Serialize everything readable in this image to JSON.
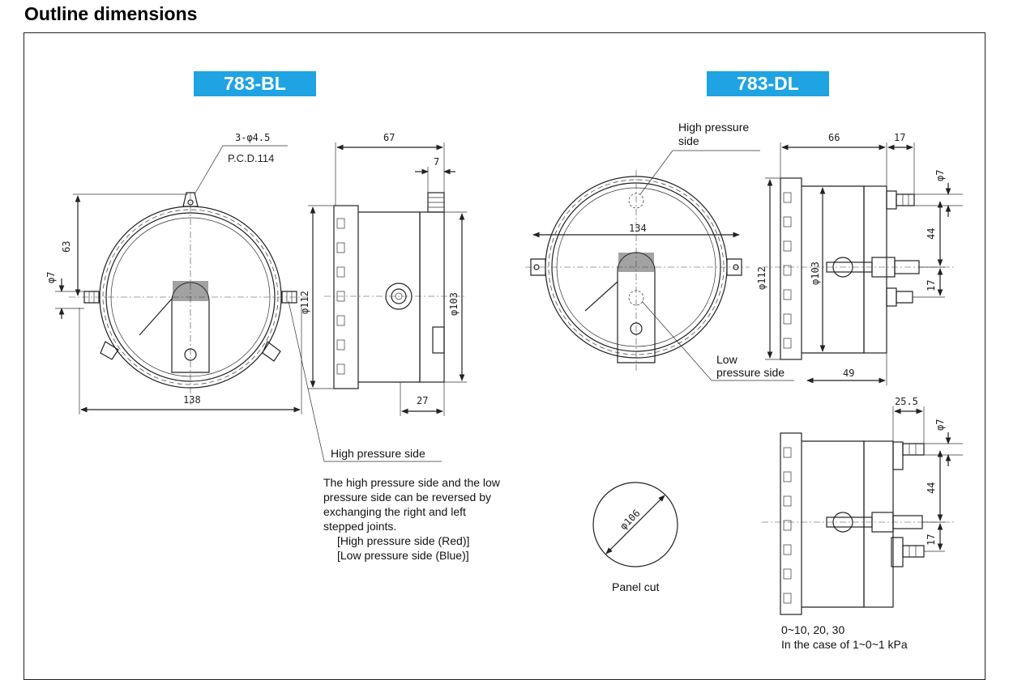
{
  "title": "Outline dimensions",
  "models": {
    "bl": "783-BL",
    "dl": "783-DL"
  },
  "bl": {
    "holes": "3-φ4.5",
    "pcd": "P.C.D.114",
    "dim_67": "67",
    "dim_7": "7",
    "dim_63": "63",
    "dim_phi7": "φ7",
    "dim_phi112": "φ112",
    "dim_phi103": "φ103",
    "dim_138": "138",
    "dim_27": "27",
    "high_pressure_label": "High pressure side",
    "note_lines": [
      "The high pressure side and the low",
      "pressure side can be reversed by",
      "exchanging the right and left",
      "stepped joints.",
      "[High pressure side (Red)]",
      "[Low pressure side (Blue)]"
    ]
  },
  "dl": {
    "high_pressure_label_1": "High pressure",
    "high_pressure_label_2": "side",
    "low_pressure_label_1": "Low",
    "low_pressure_label_2": "pressure side",
    "dim_66": "66",
    "dim_17_top": "17",
    "dim_phi7": "φ7",
    "dim_134": "134",
    "dim_phi112": "φ112",
    "dim_phi103": "φ103",
    "dim_44": "44",
    "dim_17_side": "17",
    "dim_49": "49"
  },
  "dl_low": {
    "dim_25_5": "25.5",
    "dim_phi7": "φ7",
    "dim_44": "44",
    "dim_17": "17",
    "caption_1": "0~10, 20, 30",
    "caption_2": "In the case of 1~0~1 kPa"
  },
  "panel_cut": {
    "dim": "φ106",
    "label": "Panel cut"
  }
}
